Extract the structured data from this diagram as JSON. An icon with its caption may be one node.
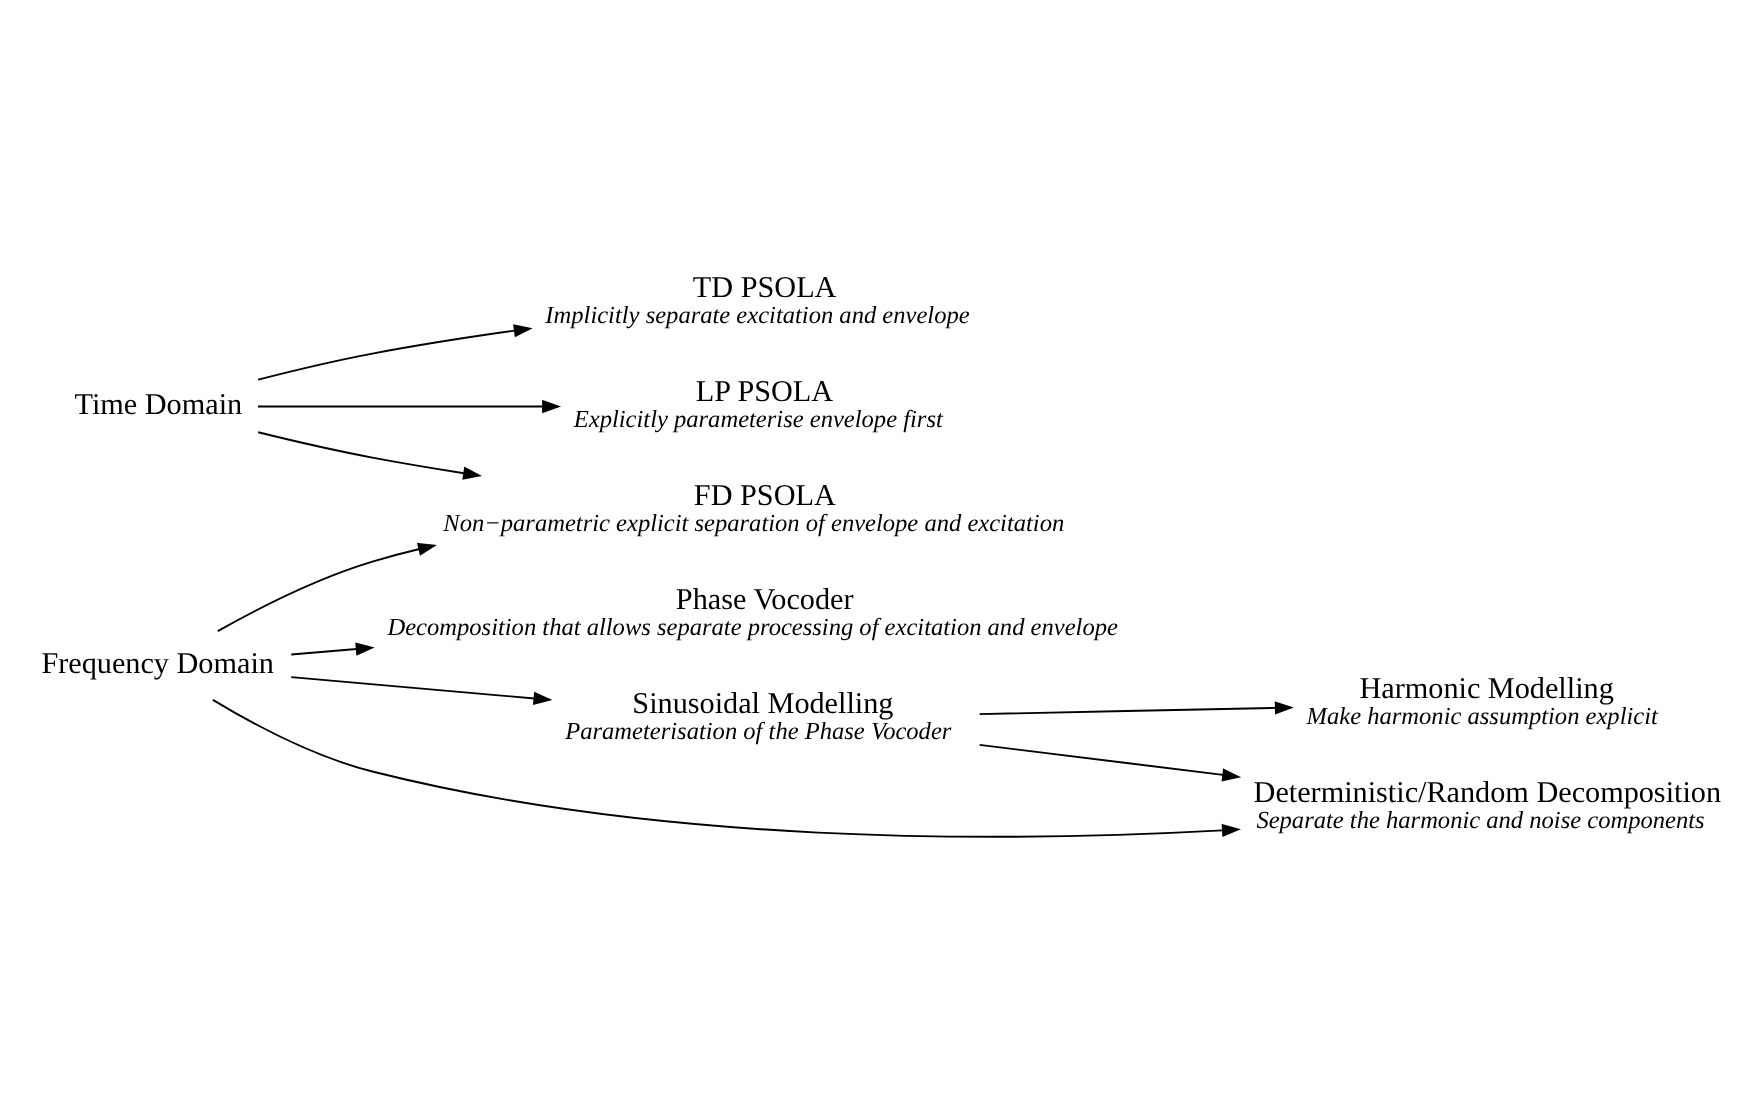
{
  "diagram": {
    "nodes": [
      {
        "text": [
          "Time Domain"
        ]
      },
      {
        "text": [
          "FD PSOLA",
          "Non−parametric explicit separation of envelope and excitation"
        ]
      },
      {
        "text": [
          "TD PSOLA",
          "Implicitly separate excitation and envelope"
        ]
      },
      {
        "text": [
          "LP PSOLA",
          "Explicitly parameterise envelope first"
        ]
      },
      {
        "text": [
          "Frequency Domain"
        ]
      },
      {
        "text": [
          "Phase Vocoder",
          "Decomposition that allows separate processing of excitation and envelope"
        ]
      },
      {
        "text": [
          "Sinusoidal Modelling",
          "Parameterisation of the Phase Vocoder"
        ]
      },
      {
        "text": [
          "Harmonic Modelling",
          "Make harmonic assumption explicit"
        ]
      },
      {
        "text": [
          "Deterministic/Random Decomposition",
          "Separate the harmonic and noise components"
        ]
      }
    ],
    "edges": [
      {
        "from": 0,
        "to": 1,
        "arrow": "to"
      },
      {
        "from": 0,
        "to": 2,
        "arrow": "to"
      },
      {
        "from": 0,
        "to": 3,
        "arrow": "to"
      },
      {
        "from": 4,
        "to": 5,
        "arrow": "to"
      },
      {
        "from": 4,
        "to": 1,
        "arrow": "to"
      },
      {
        "from": 4,
        "to": 6,
        "arrow": "to"
      },
      {
        "from": 4,
        "to": 8,
        "arrow": "to"
      },
      {
        "from": 6,
        "to": 7,
        "arrow": "to"
      },
      {
        "from": 6,
        "to": 8,
        "arrow": "to"
      }
    ]
  }
}
